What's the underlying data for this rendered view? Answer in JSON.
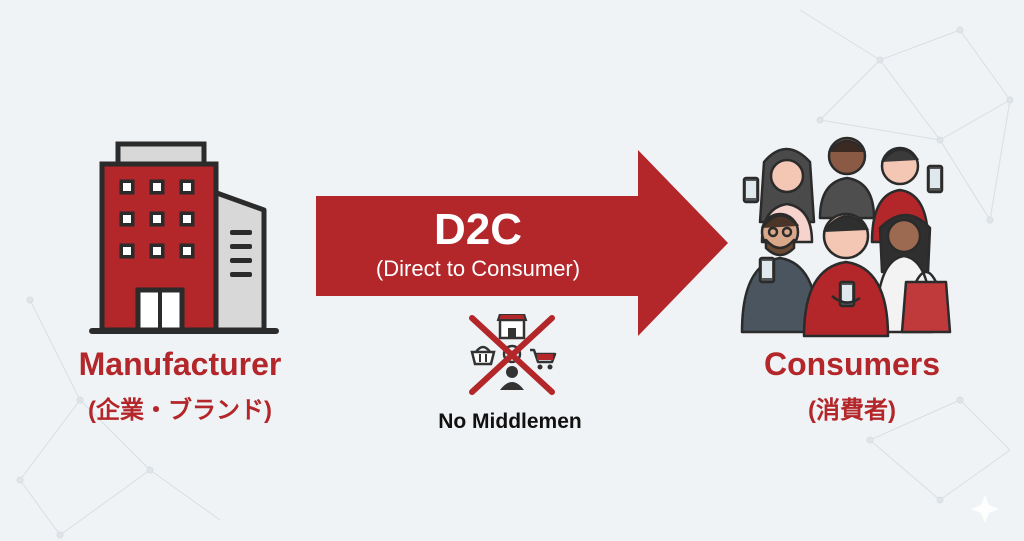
{
  "arrow": {
    "title": "D2C",
    "subtitle": "(Direct to Consumer)"
  },
  "manufacturer": {
    "title": "Manufacturer",
    "subtitle": "(企業・ブランド)"
  },
  "consumers": {
    "title": "Consumers",
    "subtitle": "(消費者)"
  },
  "middlemen": {
    "label": "No Middlemen"
  },
  "colors": {
    "accent": "#b3262a",
    "dark": "#2b2b2b",
    "background": "#f0f3f5"
  },
  "icons": [
    "factory-icon",
    "store-icon",
    "basket-icon",
    "cart-icon",
    "person-icon",
    "cross-out-icon",
    "consumer-crowd-icon",
    "smartphone-icon",
    "shopping-bag-icon"
  ]
}
